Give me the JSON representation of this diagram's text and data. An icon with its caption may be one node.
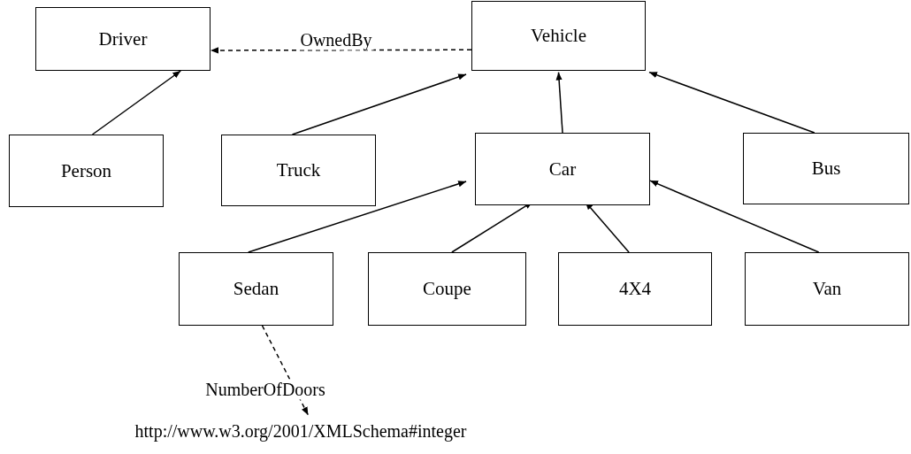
{
  "diagram": {
    "nodes": [
      {
        "text": [
          "Driver"
        ]
      },
      {
        "text": [
          "Vehicle"
        ]
      },
      {
        "text": [
          "Person"
        ]
      },
      {
        "text": [
          "Truck"
        ]
      },
      {
        "text": [
          "Car"
        ]
      },
      {
        "text": [
          "Bus"
        ]
      },
      {
        "text": [
          "Sedan"
        ]
      },
      {
        "text": [
          "Coupe"
        ]
      },
      {
        "text": [
          "4X4"
        ]
      },
      {
        "text": [
          "Van"
        ]
      },
      {
        "text": [
          "http://www.w3.org/2001/XMLSchema#integer"
        ]
      }
    ],
    "edges": [
      {
        "from": 1,
        "to": 0,
        "arrow": "to",
        "label": "OwnedBy",
        "style": "dashed"
      },
      {
        "from": 2,
        "to": 0,
        "arrow": "to"
      },
      {
        "from": 3,
        "to": 1,
        "arrow": "to"
      },
      {
        "from": 4,
        "to": 1,
        "arrow": "to"
      },
      {
        "from": 5,
        "to": 1,
        "arrow": "to"
      },
      {
        "from": 6,
        "to": 4,
        "arrow": "to"
      },
      {
        "from": 7,
        "to": 4,
        "arrow": "to"
      },
      {
        "from": 8,
        "to": 4,
        "arrow": "to"
      },
      {
        "from": 9,
        "to": 4,
        "arrow": "to"
      },
      {
        "from": 6,
        "to": 10,
        "arrow": "to",
        "label": "NumberOfDoors",
        "style": "dashed"
      }
    ]
  }
}
